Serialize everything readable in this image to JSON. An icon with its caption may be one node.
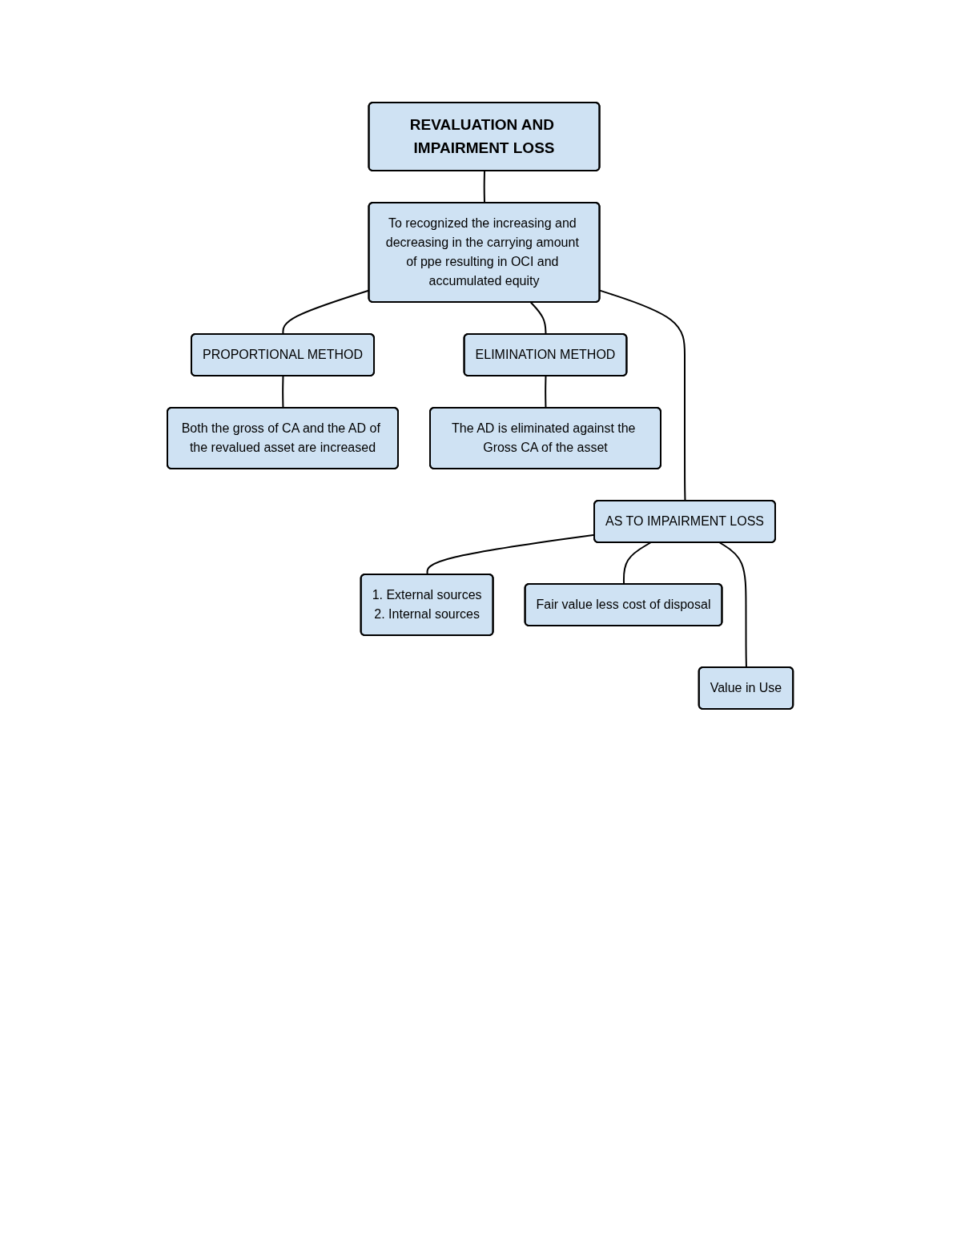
{
  "diagram": {
    "nodes": [
      {
        "text": [
          "REVALUATION AND IMPAIRMENT LOSS"
        ]
      },
      {
        "text": [
          "To recognized the increasing and decreasing in the carrying amount of ppe resulting in OCI and accumulated equity"
        ]
      },
      {
        "text": [
          "PROPORTIONAL METHOD"
        ]
      },
      {
        "text": [
          "ELIMINATION METHOD"
        ]
      },
      {
        "text": [
          "Both the gross of CA and the AD of the revalued asset are increased"
        ]
      },
      {
        "text": [
          "The AD is eliminated against the Gross CA of the asset"
        ]
      },
      {
        "text": [
          "AS TO IMPAIRMENT LOSS"
        ]
      },
      {
        "text": [
          "1. External sources",
          "2. Internal sources"
        ]
      },
      {
        "text": [
          "Fair value less cost of disposal"
        ]
      },
      {
        "text": [
          "Value in Use"
        ]
      }
    ],
    "edges": [
      {
        "from": 0,
        "to": 1,
        "arrow": "none"
      },
      {
        "from": 1,
        "to": 2,
        "arrow": "none"
      },
      {
        "from": 1,
        "to": 3,
        "arrow": "none"
      },
      {
        "from": 2,
        "to": 4,
        "arrow": "none"
      },
      {
        "from": 3,
        "to": 5,
        "arrow": "none"
      },
      {
        "from": 1,
        "to": 6,
        "arrow": "none"
      },
      {
        "from": 6,
        "to": 7,
        "arrow": "none"
      },
      {
        "from": 6,
        "to": 8,
        "arrow": "none"
      },
      {
        "from": 6,
        "to": 9,
        "arrow": "none"
      }
    ]
  }
}
